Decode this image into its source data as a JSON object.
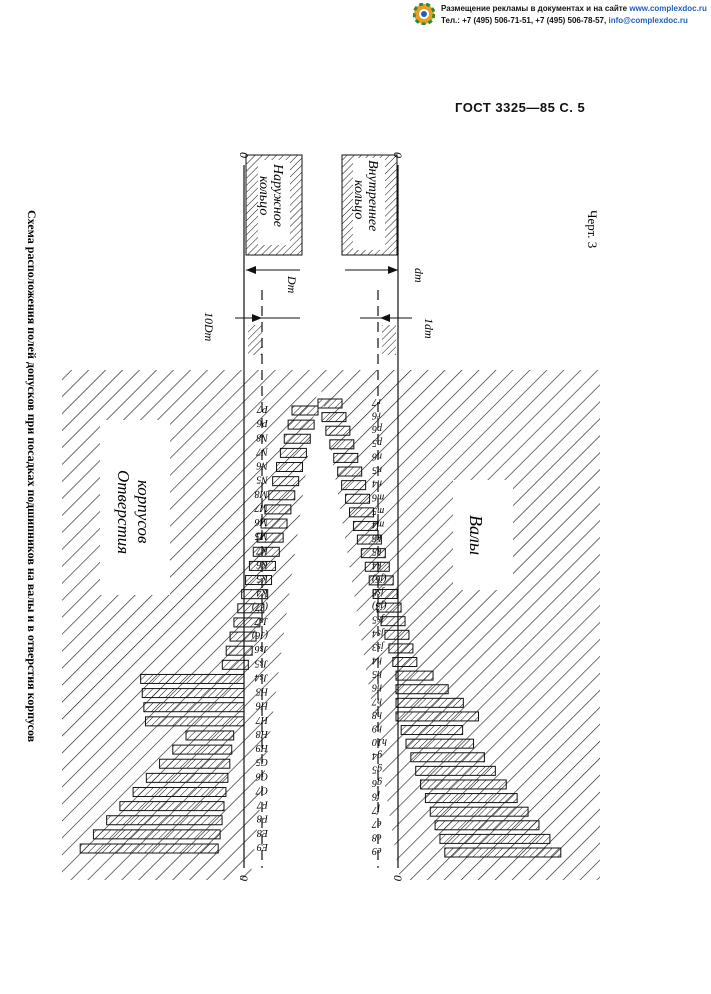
{
  "banner": {
    "logo_icon": "gear-logo-icon",
    "line1_text": "Размещение рекламы в документах и на сайте",
    "line1_link": "www.complexdoc.ru",
    "line2_text": "Тел.: +7 (495) 506-71-51, +7 (495) 506-78-57,",
    "line2_link": "info@complexdoc.ru",
    "link_color": "#1f5fbf"
  },
  "header": {
    "doc_ref": "ГОСТ 3325—85 С. 5"
  },
  "figure": {
    "caption": "Схема расположения полей допусков при посадках   подшипников на валы и в отверстия корпусов",
    "label": "Черт. 3",
    "zero_label": "0",
    "outer_ring_label_line1": "Наружное",
    "outer_ring_label_line2": "кольцо",
    "inner_ring_label_line1": "Внутреннее",
    "inner_ring_label_line2": "кольцо",
    "housing_label_line1": "Отверстия",
    "housing_label_line2": "корпусов",
    "shaft_label": "Валы",
    "dim_Dm": "Dm",
    "dim_10Dm": "10Dm",
    "dim_dm": "dm",
    "dim_1dm": "1dm"
  },
  "shaft_fields": [
    "r7",
    "r6",
    "p6",
    "p5",
    "n6",
    "n5",
    "n4",
    "m6",
    "m5",
    "m4",
    "k6",
    "k5",
    "k4",
    "(j6)",
    "js6",
    "(j5)",
    "js5",
    "js4",
    "js3",
    "h4",
    "h5",
    "h6",
    "h7",
    "h8",
    "h9",
    "h10",
    "g4",
    "g5",
    "g6",
    "f6",
    "f7",
    "e7",
    "e8",
    "e9"
  ],
  "housing_fields": [
    "P7",
    "P6",
    "N8",
    "N7",
    "N6",
    "N5",
    "M8",
    "M7",
    "M6",
    "M5",
    "K7",
    "K6",
    "K5",
    "K4",
    "(J7)",
    "Js7",
    "(J6)",
    "Js6",
    "Js5",
    "Js4",
    "H5",
    "H6",
    "H7",
    "H8",
    "H9",
    "G5",
    "G6",
    "G7",
    "F7",
    "F8",
    "E8",
    "E9"
  ]
}
